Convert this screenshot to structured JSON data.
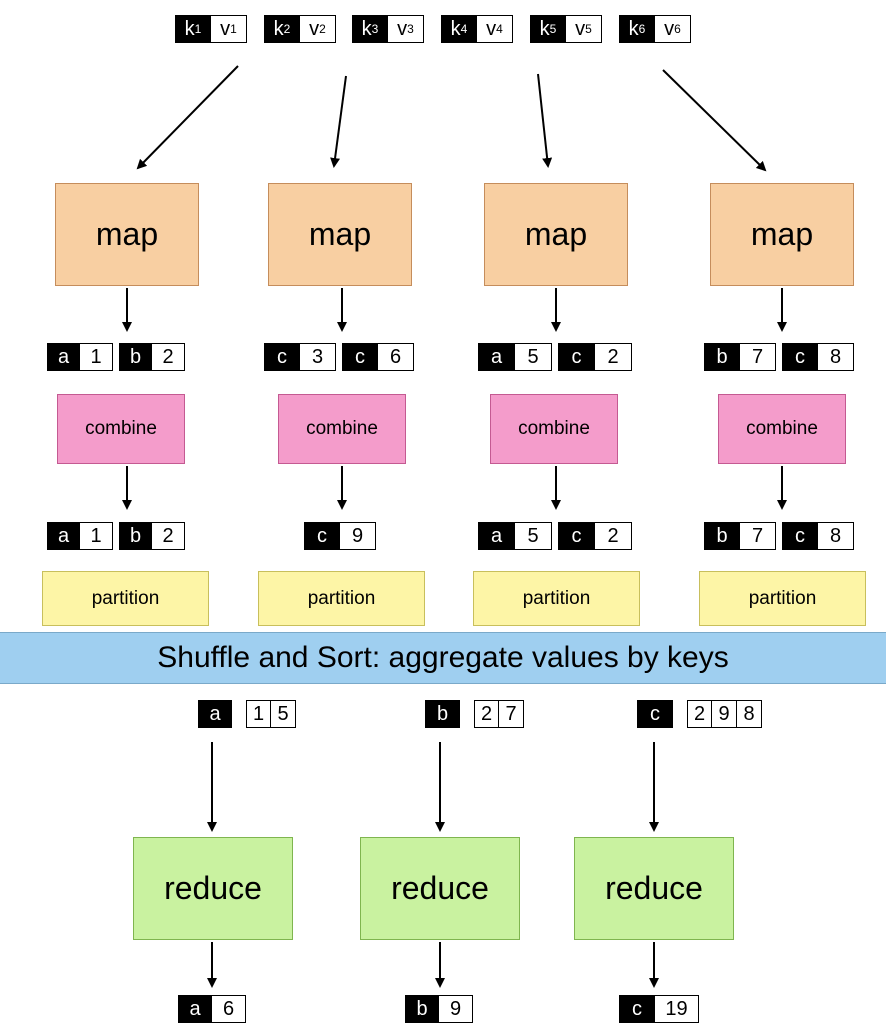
{
  "inputs": [
    {
      "k": "k",
      "ks": "1",
      "v": "v",
      "vs": "1"
    },
    {
      "k": "k",
      "ks": "2",
      "v": "v",
      "vs": "2"
    },
    {
      "k": "k",
      "ks": "3",
      "v": "v",
      "vs": "3"
    },
    {
      "k": "k",
      "ks": "4",
      "v": "v",
      "vs": "4"
    },
    {
      "k": "k",
      "ks": "5",
      "v": "v",
      "vs": "5"
    },
    {
      "k": "k",
      "ks": "6",
      "v": "v",
      "vs": "6"
    }
  ],
  "mappers": [
    {
      "map_label": "map",
      "map_out": [
        [
          "a",
          "1"
        ],
        [
          "b",
          "2"
        ]
      ],
      "combine_label": "combine",
      "combine_out": [
        [
          "a",
          "1"
        ],
        [
          "b",
          "2"
        ]
      ],
      "partition_label": "partition"
    },
    {
      "map_label": "map",
      "map_out": [
        [
          "c",
          "3"
        ],
        [
          "c",
          "6"
        ]
      ],
      "combine_label": "combine",
      "combine_out": [
        [
          "c",
          "9"
        ]
      ],
      "partition_label": "partition"
    },
    {
      "map_label": "map",
      "map_out": [
        [
          "a",
          "5"
        ],
        [
          "c",
          "2"
        ]
      ],
      "combine_label": "combine",
      "combine_out": [
        [
          "a",
          "5"
        ],
        [
          "c",
          "2"
        ]
      ],
      "partition_label": "partition"
    },
    {
      "map_label": "map",
      "map_out": [
        [
          "b",
          "7"
        ],
        [
          "c",
          "8"
        ]
      ],
      "combine_label": "combine",
      "combine_out": [
        [
          "b",
          "7"
        ],
        [
          "c",
          "8"
        ]
      ],
      "partition_label": "partition"
    }
  ],
  "shuffle_label": "Shuffle and Sort: aggregate values by keys",
  "reducers": [
    {
      "key": "a",
      "values": [
        "1",
        "5"
      ],
      "reduce_label": "reduce",
      "out": [
        "a",
        "6"
      ]
    },
    {
      "key": "b",
      "values": [
        "2",
        "7"
      ],
      "reduce_label": "reduce",
      "out": [
        "b",
        "9"
      ]
    },
    {
      "key": "c",
      "values": [
        "2",
        "9",
        "8"
      ],
      "reduce_label": "reduce",
      "out": [
        "c",
        "19"
      ]
    }
  ],
  "colors": {
    "map_fill": "#f8cfa2",
    "combine_fill": "#f49ccb",
    "partition_fill": "#fdf5a6",
    "reduce_fill": "#c9f2a0",
    "shuffle_band": "#9fcff0"
  }
}
